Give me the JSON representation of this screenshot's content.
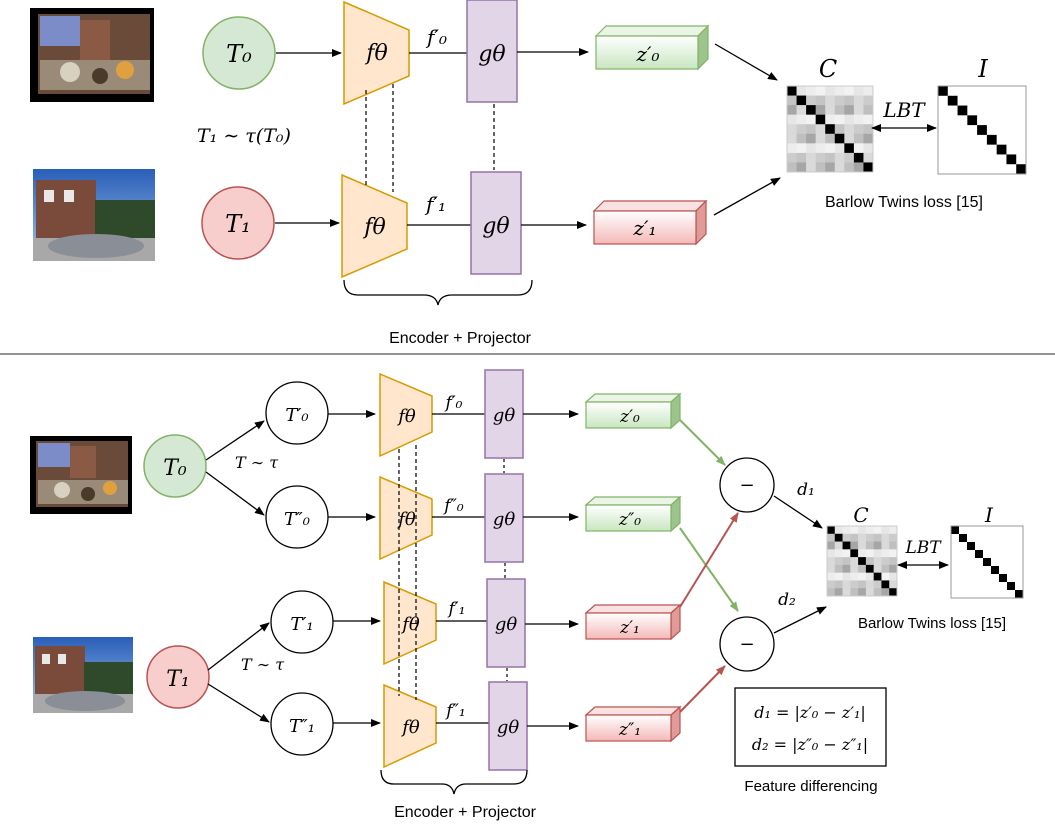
{
  "top": {
    "t0": "T₀",
    "t1": "T₁",
    "aug_label": "T₁ ∼ τ(T₀)",
    "encoder": "fθ",
    "projector": "gθ",
    "f0": "f′₀",
    "f1": "f′₁",
    "z0": "z′₀",
    "z1": "z′₁",
    "matrix_c": "C",
    "matrix_i": "I",
    "loss_symbol": "LBT",
    "loss_caption": "Barlow Twins loss [15]",
    "brace_label": "Encoder + Projector"
  },
  "bottom": {
    "t0": "T₀",
    "t1": "T₁",
    "t0p": "T′₀",
    "t0pp": "T″₀",
    "t1p": "T′₁",
    "t1pp": "T″₁",
    "aug_label": "T ∼ τ",
    "encoder": "fθ",
    "projector": "gθ",
    "f0p": "f′₀",
    "f0pp": "f″₀",
    "f1p": "f′₁",
    "f1pp": "f″₁",
    "z0p": "z′₀",
    "z0pp": "z″₀",
    "z1p": "z′₁",
    "z1pp": "z″₁",
    "minus": "−",
    "d1": "d₁",
    "d2": "d₂",
    "matrix_c": "C",
    "matrix_i": "I",
    "loss_symbol": "LBT",
    "loss_caption": "Barlow Twins loss [15]",
    "formula_1": "d₁ = |z′₀ − z′₁|",
    "formula_2": "d₂ = |z″₀ − z″₁|",
    "formula_caption": "Feature differencing",
    "brace_label": "Encoder + Projector"
  },
  "colors": {
    "green_fill": "#d5e8d4",
    "green_stroke": "#82b366",
    "red_fill": "#f8cecc",
    "red_stroke": "#b85450",
    "orange_fill": "#ffe6cc",
    "orange_stroke": "#d79b00",
    "purple_fill": "#e1d5e7",
    "purple_stroke": "#9673a6",
    "arrow_green": "#82b366",
    "arrow_red": "#b85450"
  }
}
